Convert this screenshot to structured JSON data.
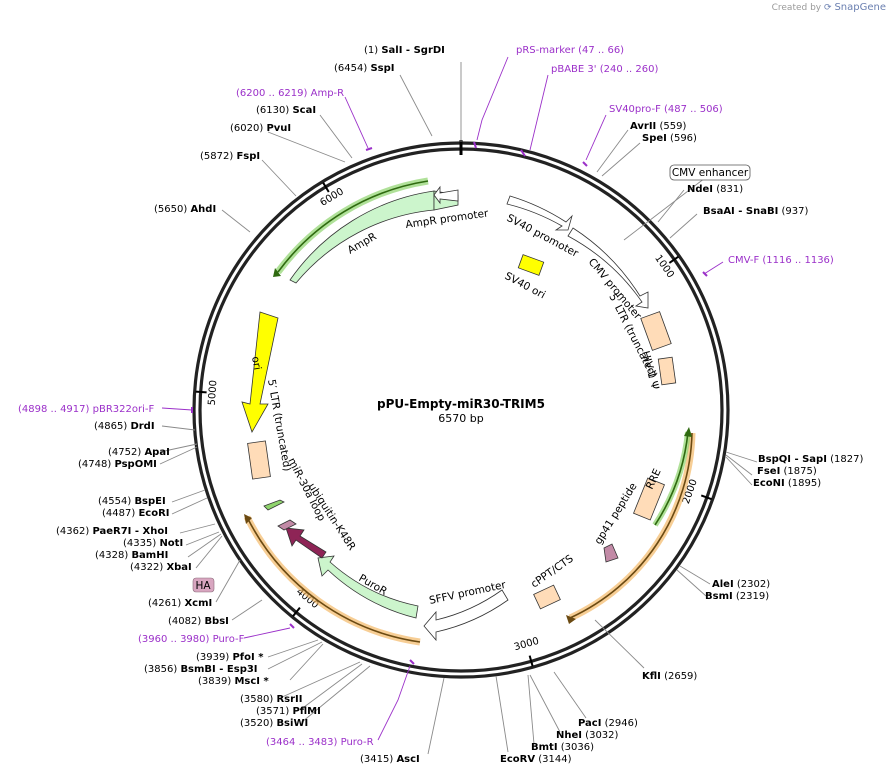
{
  "credit": {
    "prefix": "Created by",
    "brand": "SnapGene"
  },
  "plasmid": {
    "name": "pPU-Empty-miR30-TRIM5",
    "length_label": "6570 bp",
    "length": 6570
  },
  "ticks": [
    "1000",
    "2000",
    "3000",
    "4000",
    "5000",
    "6000"
  ],
  "restriction_sites": [
    {
      "pos": "(1)",
      "name": "SalI",
      "name2": "SgrDI"
    },
    {
      "pos": "(6454)",
      "name": "SspI"
    },
    {
      "pos": "(559)",
      "name": "AvrII"
    },
    {
      "pos": "(596)",
      "name": "SpeI"
    },
    {
      "pos": "(6130)",
      "name": "ScaI"
    },
    {
      "pos": "(6020)",
      "name": "PvuI"
    },
    {
      "pos": "(5872)",
      "name": "FspI"
    },
    {
      "pos": "(831)",
      "name": "NdeI"
    },
    {
      "pos": "(937)",
      "name": "BsaAI",
      "name2": "SnaBI"
    },
    {
      "pos": "(5650)",
      "name": "AhdI"
    },
    {
      "pos": "(4865)",
      "name": "DrdI"
    },
    {
      "pos": "(4752)",
      "name": "ApaI"
    },
    {
      "pos": "(4748)",
      "name": "PspOMI"
    },
    {
      "pos": "(1827)",
      "name": "BspQI",
      "name2": "SapI"
    },
    {
      "pos": "(1875)",
      "name": "FseI"
    },
    {
      "pos": "(1895)",
      "name": "EcoNI"
    },
    {
      "pos": "(4554)",
      "name": "BspEI"
    },
    {
      "pos": "(4487)",
      "name": "EcoRI"
    },
    {
      "pos": "(4362)",
      "name": "PaeR7I",
      "name2": "XhoI"
    },
    {
      "pos": "(4335)",
      "name": "NotI"
    },
    {
      "pos": "(4328)",
      "name": "BamHI"
    },
    {
      "pos": "(4322)",
      "name": "XbaI"
    },
    {
      "pos": "(2302)",
      "name": "AleI"
    },
    {
      "pos": "(2319)",
      "name": "BsmI"
    },
    {
      "pos": "(4261)",
      "name": "XcmI"
    },
    {
      "pos": "(4082)",
      "name": "BbsI"
    },
    {
      "pos": "(2659)",
      "name": "KflI"
    },
    {
      "pos": "(3939)",
      "name": "PfoI *"
    },
    {
      "pos": "(3856)",
      "name": "BsmBI",
      "name2": "Esp3I"
    },
    {
      "pos": "(3839)",
      "name": "MscI *"
    },
    {
      "pos": "(3580)",
      "name": "RsrII"
    },
    {
      "pos": "(3571)",
      "name": "PflMI"
    },
    {
      "pos": "(3520)",
      "name": "BsiWI"
    },
    {
      "pos": "(2946)",
      "name": "PacI"
    },
    {
      "pos": "(3032)",
      "name": "NheI"
    },
    {
      "pos": "(3036)",
      "name": "BmtI"
    },
    {
      "pos": "(3144)",
      "name": "EcoRV"
    },
    {
      "pos": "(3415)",
      "name": "AscI"
    }
  ],
  "primers": [
    {
      "name": "pRS-marker",
      "range": "(47 .. 66)"
    },
    {
      "name": "pBABE 3'",
      "range": "(240 .. 260)"
    },
    {
      "name": "SV40pro-F",
      "range": "(487 .. 506)"
    },
    {
      "name": "Amp-R",
      "range": "(6200 .. 6219)"
    },
    {
      "name": "CMV-F",
      "range": "(1116 .. 1136)"
    },
    {
      "name": "pBR322ori-F",
      "range": "(4898 .. 4917)"
    },
    {
      "name": "Puro-F",
      "range": "(3960 .. 3980)"
    },
    {
      "name": "Puro-R",
      "range": "(3464 .. 3483)"
    }
  ],
  "features": {
    "cmv_enhancer": "CMV enhancer",
    "sv40_promoter": "SV40 promoter",
    "sv40_ori": "SV40 ori",
    "cmv_promoter": "CMV promoter",
    "ltr5_right": "5′ LTR (truncated)",
    "hiv_psi": "HIV-1 Ψ",
    "rre": "RRE",
    "gp41": "gp41 peptide",
    "cppt": "cPPT/CTS",
    "sffv": "SFFV promoter",
    "puror": "PuroR",
    "ubiquitin": "ubiquitin-K48R",
    "mir30": "miR-30a loop",
    "ha": "HA",
    "ltr5_left": "5′ LTR (truncated)",
    "ori": "ori",
    "ampr": "AmpR",
    "ampr_promoter": "AmpR promoter"
  },
  "colors": {
    "primer": "#9b30c9",
    "ori": "#ffff00",
    "ampr": "#ccf5cc",
    "ltr": "#ffdcb8",
    "ubiquitin": "#8e2456",
    "gp41": "#c28aa6",
    "track_orange": "#f2ad4e",
    "track_green": "#8fd46d"
  }
}
